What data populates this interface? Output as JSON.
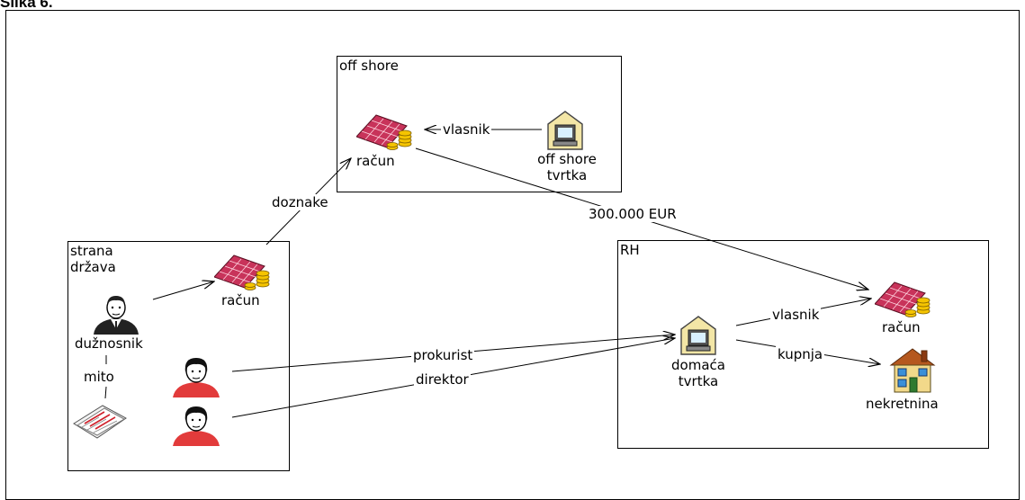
{
  "caption": "Slika 6.",
  "zones": {
    "offshore": "off shore",
    "foreign_state": [
      "strana",
      "država"
    ],
    "rh": "RH"
  },
  "nodes": {
    "offshore_account": "račun",
    "offshore_company": [
      "off shore",
      "tvrtka"
    ],
    "foreign_account": "račun",
    "official": "dužnosnik",
    "rh_company": [
      "domaća",
      "tvrtka"
    ],
    "rh_account": "račun",
    "property": "nekretnina"
  },
  "edges": {
    "owner_offshore": "vlasnik",
    "transfers": "doznake",
    "amount": "300.000 EUR",
    "bribe": "mito",
    "procurator": "prokurist",
    "director": "direktor",
    "owner_rh": "vlasnik",
    "purchase": "kupnja"
  },
  "icons": [
    "account-icon",
    "company-icon",
    "person-icon",
    "document-icon",
    "house-icon"
  ]
}
